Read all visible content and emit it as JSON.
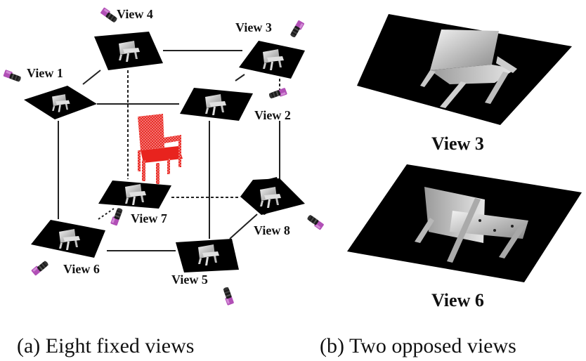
{
  "panel_a": {
    "caption": "(a) Eight fixed views",
    "center_object": "red point-cloud chair",
    "views": [
      {
        "id": 1,
        "label": "View 1"
      },
      {
        "id": 2,
        "label": "View 2"
      },
      {
        "id": 3,
        "label": "View 3"
      },
      {
        "id": 4,
        "label": "View 4"
      },
      {
        "id": 5,
        "label": "View 5"
      },
      {
        "id": 6,
        "label": "View 6"
      },
      {
        "id": 7,
        "label": "View 7"
      },
      {
        "id": 8,
        "label": "View 8"
      }
    ]
  },
  "panel_b": {
    "caption": "(b) Two opposed views",
    "views": [
      {
        "id": 3,
        "label": "View 3"
      },
      {
        "id": 6,
        "label": "View 6"
      }
    ]
  },
  "colors": {
    "point_cloud": "#e8231e",
    "camera_body": "#b14fb6",
    "view_plate": "#000000",
    "chair_render": "#d0d0d0",
    "edge_line": "#222222"
  }
}
